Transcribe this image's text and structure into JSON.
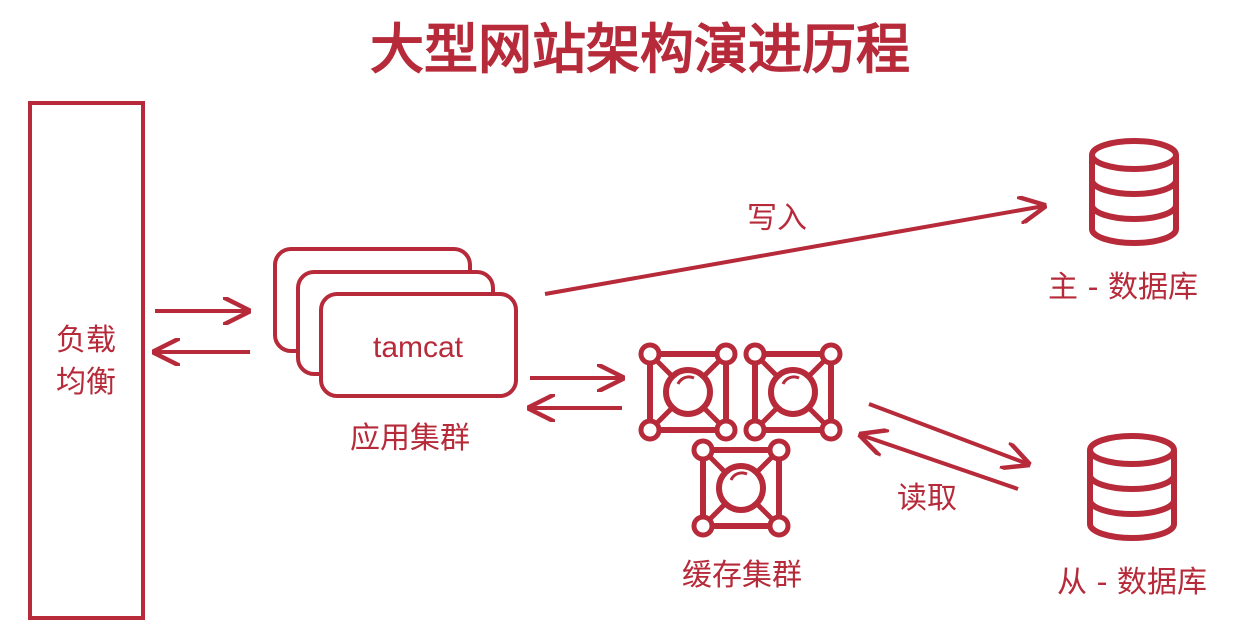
{
  "title": "大型网站架构演进历程",
  "load_balancer": {
    "line1": "负载",
    "line2": "均衡"
  },
  "app_cluster": {
    "server_label": "tamcat",
    "caption": "应用集群"
  },
  "cache_cluster": {
    "caption": "缓存集群"
  },
  "master_db": {
    "caption": "主 - 数据库"
  },
  "slave_db": {
    "caption": "从 - 数据库"
  },
  "edges": {
    "write_label": "写入",
    "read_label": "读取"
  },
  "colors": {
    "accent": "#b62a3a",
    "background": "#ffffff"
  }
}
